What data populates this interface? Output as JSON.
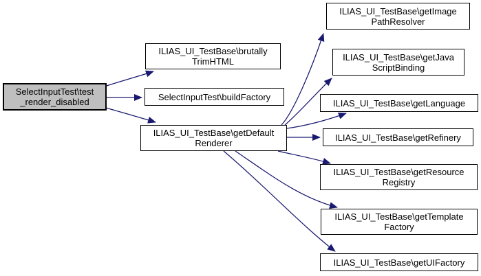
{
  "colors": {
    "background": "#ffffff",
    "edge": "#191970",
    "node_border": "#000000",
    "node_fill": "#ffffff",
    "highlight_fill": "#bfbfbf",
    "text": "#000000"
  },
  "nodes": [
    {
      "id": "test-render-disabled",
      "label": "SelectInputTest\\test_render_disabled",
      "lines": [
        "SelectInputTest\\test",
        "_render_disabled"
      ],
      "highlighted": true
    },
    {
      "id": "brutally-trim-html",
      "label": "ILIAS_UI_TestBase\\brutallyTrimHTML",
      "lines": [
        "ILIAS_UI_TestBase\\brutally",
        "TrimHTML"
      ]
    },
    {
      "id": "build-factory",
      "label": "SelectInputTest\\buildFactory",
      "lines": [
        "SelectInputTest\\buildFactory"
      ]
    },
    {
      "id": "get-default-renderer",
      "label": "ILIAS_UI_TestBase\\getDefaultRenderer",
      "lines": [
        "ILIAS_UI_TestBase\\getDefault",
        "Renderer"
      ]
    },
    {
      "id": "get-image-path-resolver",
      "label": "ILIAS_UI_TestBase\\getImagePathResolver",
      "lines": [
        "ILIAS_UI_TestBase\\getImage",
        "PathResolver"
      ]
    },
    {
      "id": "get-java-script-binding",
      "label": "ILIAS_UI_TestBase\\getJavaScriptBinding",
      "lines": [
        "ILIAS_UI_TestBase\\getJava",
        "ScriptBinding"
      ]
    },
    {
      "id": "get-language",
      "label": "ILIAS_UI_TestBase\\getLanguage",
      "lines": [
        "ILIAS_UI_TestBase\\getLanguage"
      ]
    },
    {
      "id": "get-refinery",
      "label": "ILIAS_UI_TestBase\\getRefinery",
      "lines": [
        "ILIAS_UI_TestBase\\getRefinery"
      ]
    },
    {
      "id": "get-resource-registry",
      "label": "ILIAS_UI_TestBase\\getResourceRegistry",
      "lines": [
        "ILIAS_UI_TestBase\\getResource",
        "Registry"
      ]
    },
    {
      "id": "get-template-factory",
      "label": "ILIAS_UI_TestBase\\getTemplateFactory",
      "lines": [
        "ILIAS_UI_TestBase\\getTemplate",
        "Factory"
      ]
    },
    {
      "id": "get-ui-factory",
      "label": "ILIAS_UI_TestBase\\getUIFactory",
      "lines": [
        "ILIAS_UI_TestBase\\getUIFactory"
      ]
    }
  ],
  "edges": [
    {
      "from": "test-render-disabled",
      "to": "brutally-trim-html"
    },
    {
      "from": "test-render-disabled",
      "to": "build-factory"
    },
    {
      "from": "test-render-disabled",
      "to": "get-default-renderer"
    },
    {
      "from": "get-default-renderer",
      "to": "get-image-path-resolver"
    },
    {
      "from": "get-default-renderer",
      "to": "get-java-script-binding"
    },
    {
      "from": "get-default-renderer",
      "to": "get-language"
    },
    {
      "from": "get-default-renderer",
      "to": "get-refinery"
    },
    {
      "from": "get-default-renderer",
      "to": "get-resource-registry"
    },
    {
      "from": "get-default-renderer",
      "to": "get-template-factory"
    },
    {
      "from": "get-default-renderer",
      "to": "get-ui-factory"
    }
  ]
}
